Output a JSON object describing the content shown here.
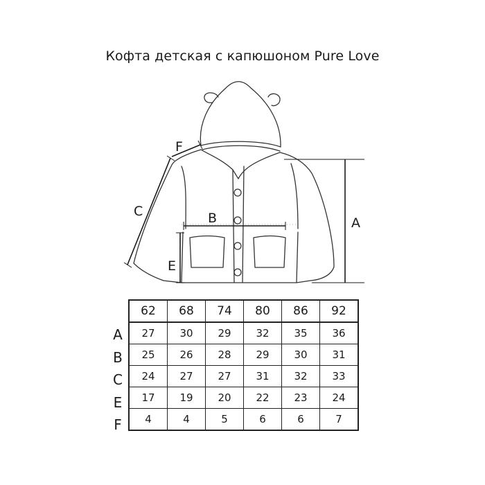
{
  "title": "Кофта детская с капюшоном Pure Love",
  "diagram": {
    "labels": {
      "a": "A",
      "b": "B",
      "c": "C",
      "e": "E",
      "f": "F"
    }
  },
  "size_table": {
    "columns": [
      "62",
      "68",
      "74",
      "80",
      "86",
      "92"
    ],
    "rows": [
      {
        "label": "A",
        "values": [
          "27",
          "30",
          "29",
          "32",
          "35",
          "36"
        ]
      },
      {
        "label": "B",
        "values": [
          "25",
          "26",
          "28",
          "29",
          "30",
          "31"
        ]
      },
      {
        "label": "C",
        "values": [
          "24",
          "27",
          "27",
          "31",
          "32",
          "33"
        ]
      },
      {
        "label": "E",
        "values": [
          "17",
          "19",
          "20",
          "22",
          "23",
          "24"
        ]
      },
      {
        "label": "F",
        "values": [
          "4",
          "4",
          "5",
          "6",
          "6",
          "7"
        ]
      }
    ]
  }
}
